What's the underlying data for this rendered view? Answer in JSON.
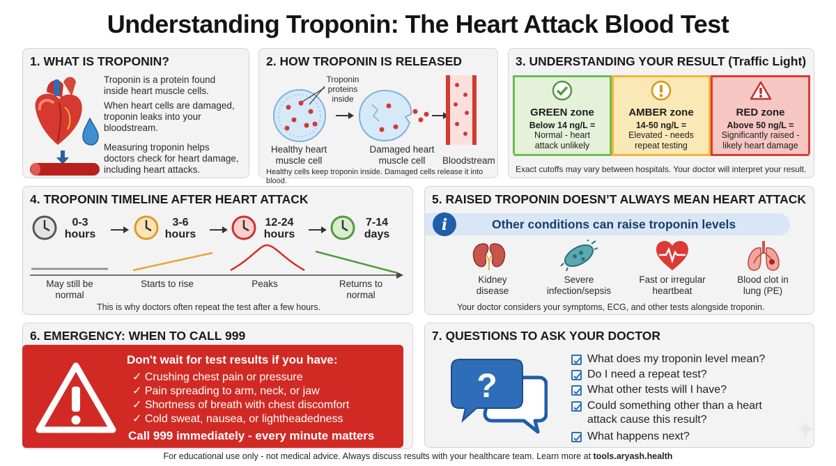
{
  "title": "Understanding Troponin: The Heart Attack Blood Test",
  "section1": {
    "title": "1. WHAT IS TROPONIN?",
    "p1": [
      "Troponin is a protein found",
      "inside heart muscle cells."
    ],
    "p2": [
      "When heart cells are damaged,",
      "troponin leaks into your",
      "bloodstream."
    ],
    "p3": [
      "Measuring troponin helps",
      "doctors check for heart damage,",
      "including heart attacks."
    ]
  },
  "section2": {
    "title": "2. HOW TROPONIN IS RELEASED",
    "proteins_label": [
      "Troponin",
      "proteins",
      "inside"
    ],
    "healthy_label": [
      "Healthy heart",
      "muscle cell"
    ],
    "damaged_label": [
      "Damaged heart",
      "muscle cell"
    ],
    "bloodstream_label": "Bloodstream",
    "caption": "Healthy cells keep troponin inside. Damaged cells release it into blood."
  },
  "section3": {
    "title": "3. UNDERSTANDING YOUR RESULT (Traffic Light)",
    "zones": [
      {
        "name": "GREEN zone",
        "range": "Below 14 ng/L =",
        "desc": [
          "Normal - heart",
          "attack unlikely"
        ],
        "color": "#6cbd54",
        "bg": "#e5f1d9"
      },
      {
        "name": "AMBER zone",
        "range": "14-50 ng/L =",
        "desc": [
          "Elevated - needs",
          "repeat testing"
        ],
        "color": "#f5b431",
        "bg": "#fbe8b7"
      },
      {
        "name": "RED zone",
        "range": "Above 50 ng/L =",
        "desc": [
          "Significantly raised -",
          "likely heart damage"
        ],
        "color": "#dc3a35",
        "bg": "#f6c6c3"
      }
    ],
    "note": "Exact cutoffs may vary between hospitals. Your doctor will interpret your result."
  },
  "section4": {
    "title": "4. TROPONIN TIMELINE AFTER HEART ATTACK",
    "stages": [
      {
        "time": [
          "0-3",
          "hours"
        ],
        "label": [
          "May still be",
          "normal"
        ],
        "color": "#555555",
        "face": "#e3e3e3"
      },
      {
        "time": [
          "3-6",
          "hours"
        ],
        "label": [
          "Starts to rise"
        ],
        "color": "#e09a2a",
        "face": "#fbe3b5"
      },
      {
        "time": [
          "12-24",
          "hours"
        ],
        "label": [
          "Peaks"
        ],
        "color": "#d0302b",
        "face": "#f8d0cd"
      },
      {
        "time": [
          "7-14",
          "days"
        ],
        "label": [
          "Returns to",
          "normal"
        ],
        "color": "#4e9a3c",
        "face": "#d8ecce"
      }
    ],
    "caption": "This is why doctors often repeat the test after a few hours."
  },
  "section5": {
    "title": "5. RAISED TROPONIN DOESN’T ALWAYS MEAN HEART ATTACK",
    "banner": "Other conditions can raise troponin levels",
    "conditions": [
      {
        "label": [
          "Kidney",
          "disease"
        ],
        "icon": "kidney-icon"
      },
      {
        "label": [
          "Severe",
          "infection/sepsis"
        ],
        "icon": "bacteria-icon"
      },
      {
        "label": [
          "Fast or irregular",
          "heartbeat"
        ],
        "icon": "heartbeat-icon"
      },
      {
        "label": [
          "Blood clot in",
          "lung (PE)"
        ],
        "icon": "lungs-icon"
      }
    ],
    "caption": "Your doctor considers your symptoms, ECG, and other tests alongside troponin."
  },
  "section6": {
    "title": "6. EMERGENCY: WHEN TO CALL 999",
    "heading": "Don't wait for test results if you have:",
    "items": [
      "✓ Crushing chest pain or pressure",
      "✓ Pain spreading to arm, neck, or jaw",
      "✓ Shortness of breath with chest discomfort",
      "✓ Cold sweat, nausea, or lightheadedness"
    ],
    "call": "Call 999 immediately - every minute matters"
  },
  "section7": {
    "title": "7. QUESTIONS TO ASK YOUR DOCTOR",
    "questions": [
      [
        "What does my troponin level mean?"
      ],
      [
        "Do I need a repeat test?"
      ],
      [
        "What other tests will I have?"
      ],
      [
        "Could something other than a heart",
        "attack cause this result?"
      ],
      [
        "What happens next?"
      ]
    ]
  },
  "footer": {
    "text": "For educational use only - not medical advice. Always discuss results with your healthcare team. Learn more at ",
    "link": "tools.aryash.health"
  }
}
